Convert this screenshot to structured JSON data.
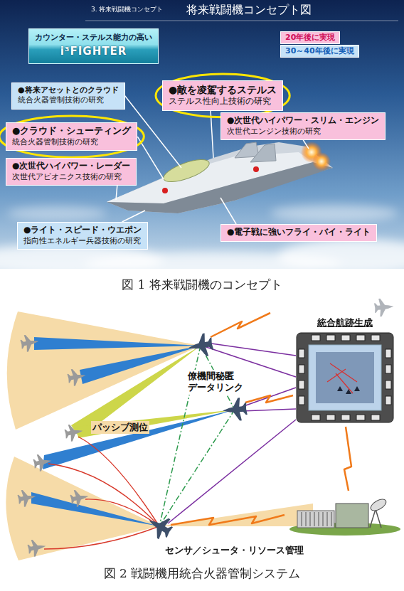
{
  "diagram": {
    "nodes": [
      {
        "text": [
          "カウンター・ステルス能力の高い",
          "i³FIGHTER"
        ]
      },
      {
        "text": [
          "●将来アセットとのクラウド",
          "統合火器管制技術の研究"
        ]
      },
      {
        "text": [
          "●敵を凌駕するステルス",
          "ステルス性向上技術の研究"
        ]
      },
      {
        "text": [
          "●次世代ハイパワー・スリム・エンジン",
          "次世代エンジン技術の研究"
        ]
      },
      {
        "text": [
          "●クラウド・シューティング",
          "統合火器管制技術の研究"
        ]
      },
      {
        "text": [
          "●次世代ハイパワー・レーダー",
          "次世代アビオニクス技術の研究"
        ]
      },
      {
        "text": [
          "●ライト・スピード・ウエポン",
          "指向性エネルギー兵器技術の研究"
        ]
      },
      {
        "text": [
          "●電子戦に強いフライ・バイ・ライト"
        ]
      },
      {
        "text": [
          "統合航跡生成"
        ]
      }
    ],
    "labels": [
      "3. 将来戦闘機コンセプト",
      "将来戦闘機コンセプト図",
      "図 1 将来戦闘機のコンセプト",
      "僚機間秘匿 データリンク",
      "パッシブ測位",
      "センサ／シュータ・リソース管理",
      "図 2 戦闘機用統合火器管制システム"
    ],
    "legend": [
      {
        "text": "20年後に実現",
        "color": "#f9c0dc"
      },
      {
        "text": "30～40年後に実現",
        "color": "#c6e2f7"
      }
    ]
  }
}
